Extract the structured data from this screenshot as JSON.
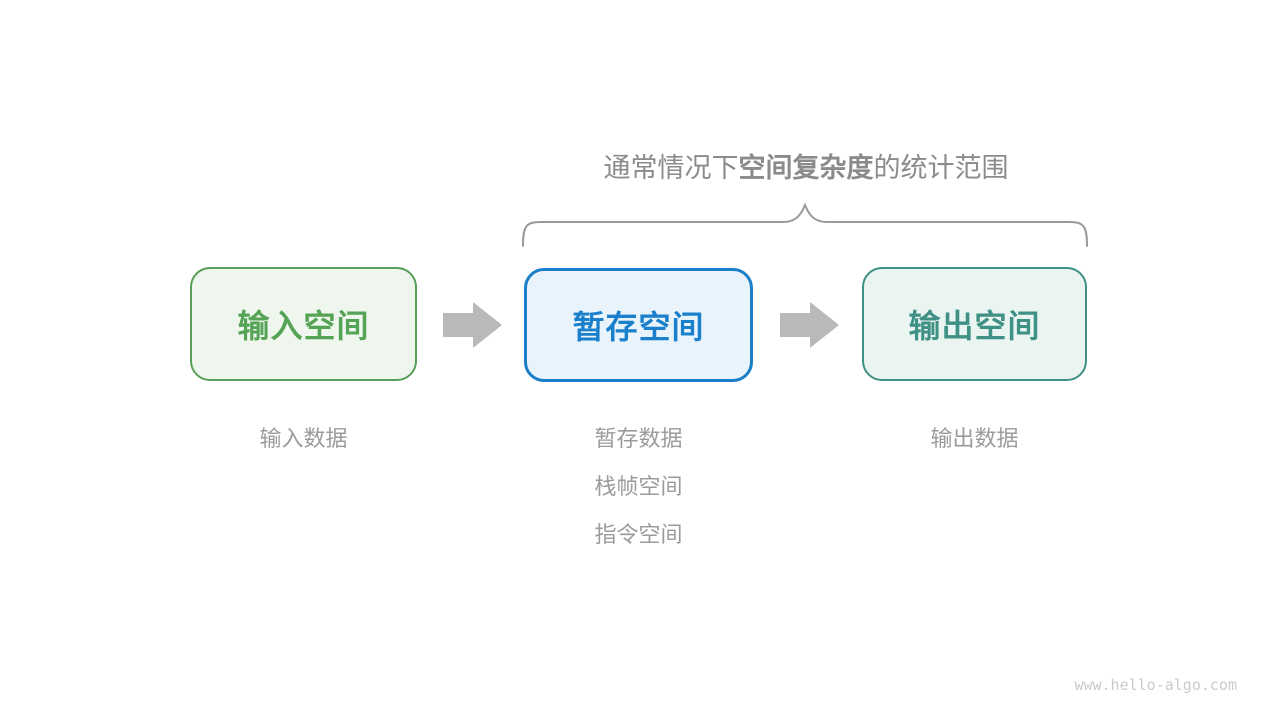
{
  "title": {
    "prefix": "通常情况下",
    "highlight": "空间复杂度",
    "suffix": "的统计范围"
  },
  "boxes": [
    {
      "id": "input-space",
      "label": "输入空间",
      "border_color": "#5a9e58",
      "fill_color": "#eef6ee",
      "text_color": "#55a354"
    },
    {
      "id": "temp-space",
      "label": "暂存空间",
      "border_color": "#1b7ec9",
      "fill_color": "#e9f3fb",
      "text_color": "#1a80cb"
    },
    {
      "id": "output-space",
      "label": "输出空间",
      "border_color": "#3f9184",
      "fill_color": "#eaf4f1",
      "text_color": "#3e9184"
    }
  ],
  "captions": {
    "input": "输入数据",
    "temp": [
      "暂存数据",
      "栈帧空间",
      "指令空间"
    ],
    "output": "输出数据"
  },
  "icons": {
    "arrow_between_boxes": "block-arrow-right",
    "scope_marker": "curly-brace-over-span"
  },
  "colors": {
    "background": "#ffffff",
    "title_text": "#8b8b8b",
    "caption_text": "#9b9b9b",
    "brace_stroke": "#999999",
    "arrow_fill": "#b9b9b9",
    "watermark_text": "#cacaca"
  },
  "watermark": "www.hello-algo.com"
}
